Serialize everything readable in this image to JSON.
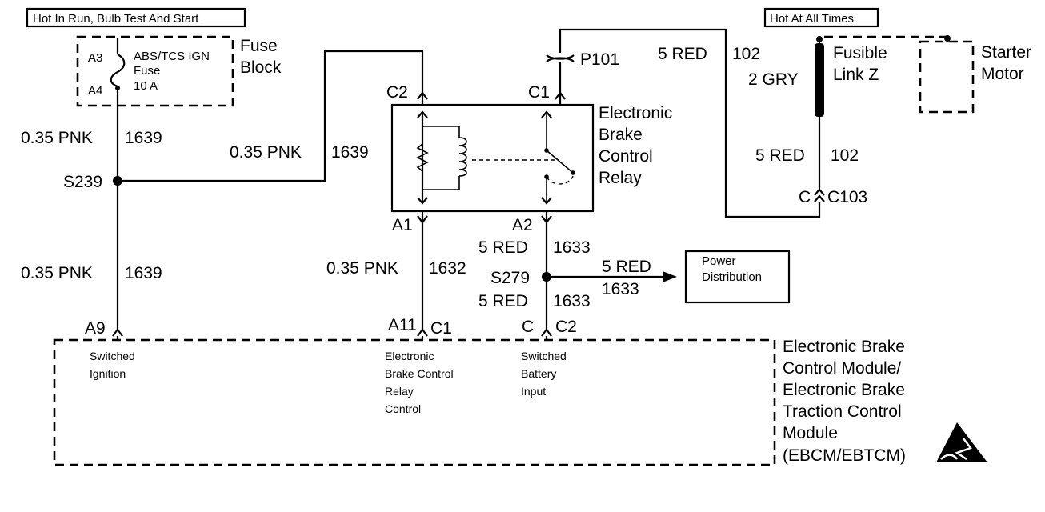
{
  "header": {
    "hot_in_run": "Hot In Run, Bulb Test And Start",
    "hot_at_all_times": "Hot At All Times"
  },
  "fuse_block": {
    "title_line1": "Fuse",
    "title_line2": "Block",
    "pin_top": "A3",
    "pin_bottom": "A4",
    "fuse_line1": "ABS/TCS IGN",
    "fuse_line2": "Fuse",
    "fuse_line3": "10 A"
  },
  "wires": {
    "left_upper_gauge": "0.35 PNK",
    "left_upper_circuit": "1639",
    "left_lower_gauge": "0.35 PNK",
    "left_lower_circuit": "1639",
    "top_mid_gauge": "0.35 PNK",
    "top_mid_circuit": "1639",
    "relay_ctrl_gauge": "0.35 PNK",
    "relay_ctrl_circuit": "1632",
    "batt_upper_gauge": "5 RED",
    "batt_upper_circuit": "1633",
    "batt_lower_gauge": "5 RED",
    "batt_lower_circuit": "1633",
    "power_dist_gauge": "5 RED",
    "power_dist_circuit": "1633",
    "top_right_gauge": "5 RED",
    "top_right_circuit": "102",
    "fusible_gauge": "2 GRY",
    "right_lower_gauge": "5 RED",
    "right_lower_circuit": "102"
  },
  "splices": {
    "s239": "S239",
    "s279": "S279"
  },
  "relay": {
    "title_line1": "Electronic",
    "title_line2": "Brake",
    "title_line3": "Control",
    "title_line4": "Relay",
    "pin_c2": "C2",
    "pin_c1": "C1",
    "pin_a1": "A1",
    "pin_a2": "A2"
  },
  "connectors": {
    "p101": "P101",
    "c103_left": "C",
    "c103_right": "C103",
    "a9": "A9",
    "a11": "A11",
    "c1": "C1",
    "c_left": "C",
    "c2": "C2"
  },
  "fusible_link": {
    "line1": "Fusible",
    "line2": "Link Z"
  },
  "starter": {
    "line1": "Starter",
    "line2": "Motor"
  },
  "power_distribution": {
    "line1": "Power",
    "line2": "Distribution"
  },
  "module": {
    "title_line1": "Electronic Brake",
    "title_line2": "Control Module/",
    "title_line3": "Electronic Brake",
    "title_line4": "Traction Control",
    "title_line5": "Module",
    "title_line6": "(EBCM/EBTCM)",
    "pin1_line1": "Switched",
    "pin1_line2": "Ignition",
    "pin2_line1": "Electronic",
    "pin2_line2": "Brake Control",
    "pin2_line3": "Relay",
    "pin2_line4": "Control",
    "pin3_line1": "Switched",
    "pin3_line2": "Battery",
    "pin3_line3": "Input"
  }
}
